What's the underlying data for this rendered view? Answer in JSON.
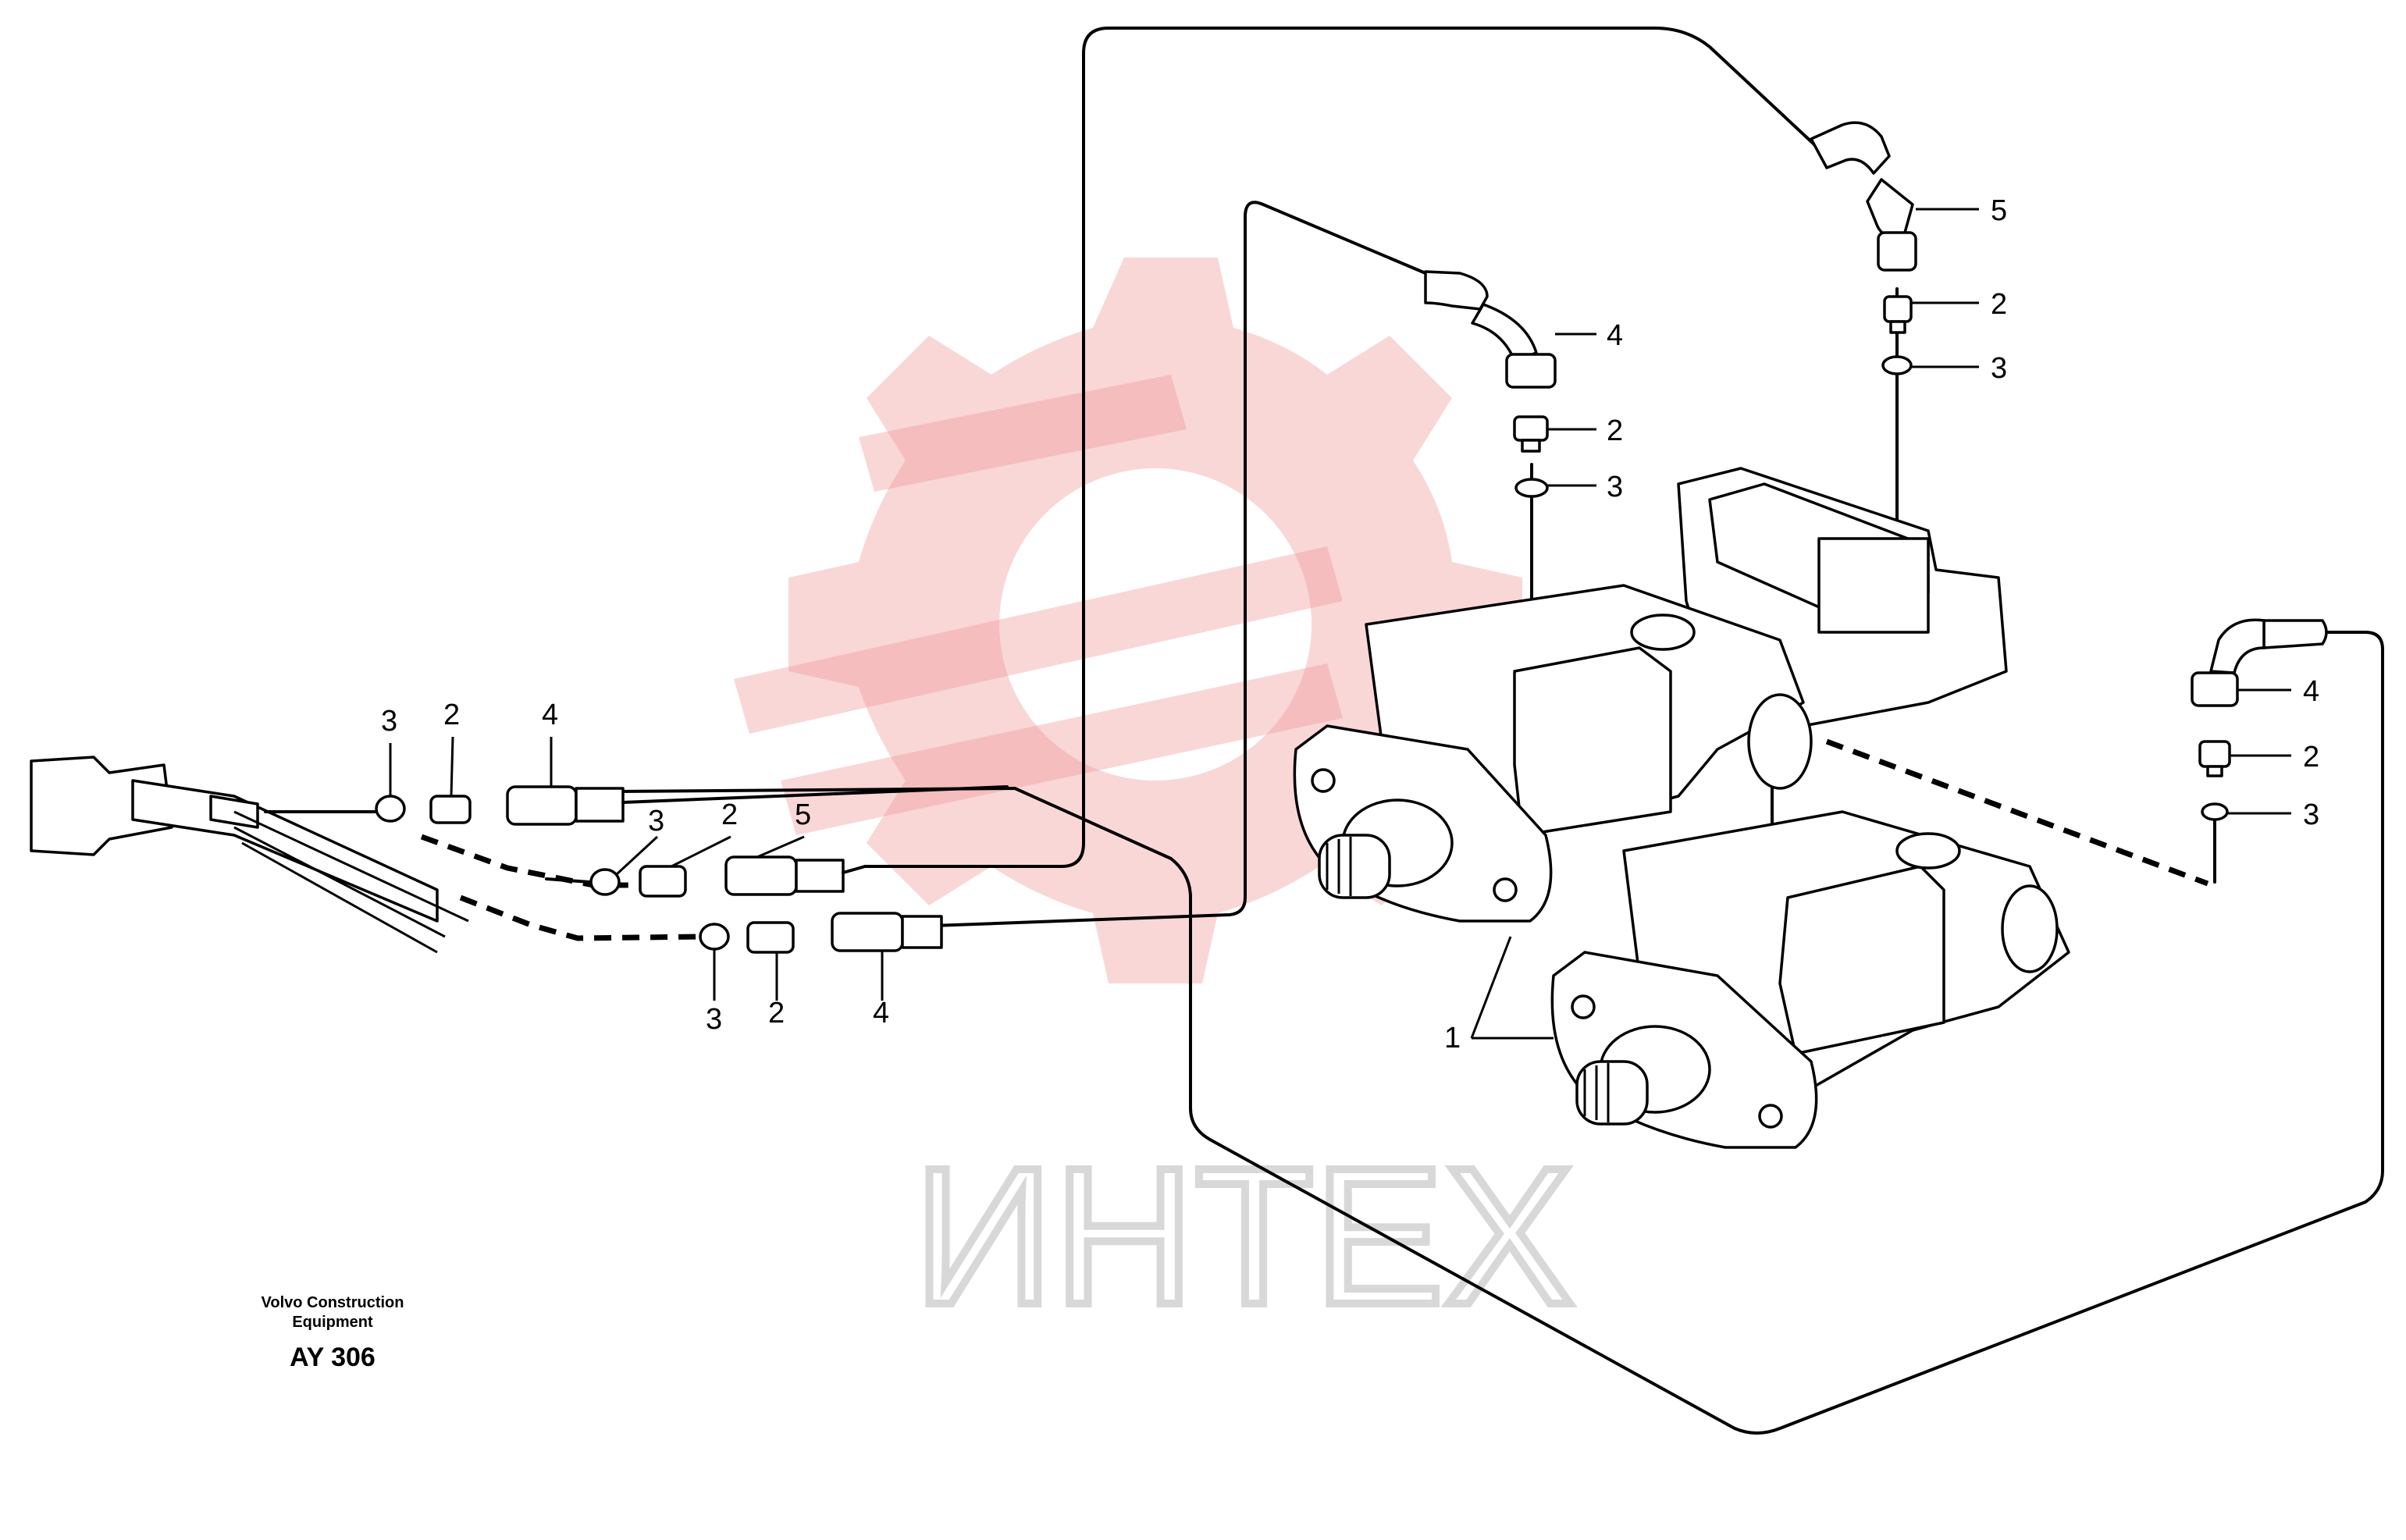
{
  "watermark": {
    "text": "ИНТЕХ",
    "color": "#ef8b8b"
  },
  "maker": {
    "line1": "Volvo Construction",
    "line2": "Equipment"
  },
  "drawing_code": "AY 306",
  "callouts": {
    "c_top5": "5",
    "c_top2": "2",
    "c_top3": "3",
    "c_mid4": "4",
    "c_mid2": "2",
    "c_mid3": "3",
    "c_r4": "4",
    "c_r2": "2",
    "c_r3": "3",
    "c_pump1": "1",
    "c_l3a": "3",
    "c_l2a": "2",
    "c_l4a": "4",
    "c_l3b": "3",
    "c_l2b": "2",
    "c_l5b": "5",
    "c_l3c": "3",
    "c_l2c": "2",
    "c_l4c": "4"
  }
}
